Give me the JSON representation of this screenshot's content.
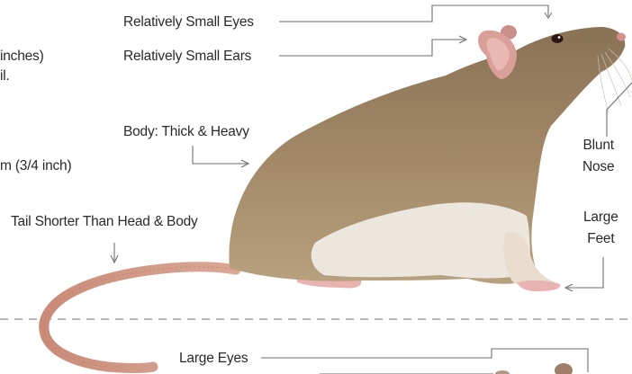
{
  "colors": {
    "text": "#2a2a2a",
    "leader_line": "#6e6e6e",
    "divider": "#8a8a8a",
    "fur": "#9b7f5e",
    "fur_dark": "#6f5a43",
    "belly": "#ece7de",
    "tail": "#d49a86",
    "ear": "#d9a09a",
    "feet": "#e8b3b0"
  },
  "left_fragments": {
    "line1": "inches)",
    "line2": "il.",
    "line3": "m (3/4 inch)"
  },
  "callouts": {
    "eyes": "Relatively Small Eyes",
    "ears": "Relatively Small Ears",
    "body": "Body: Thick & Heavy",
    "tail": "Tail Shorter Than Head & Body",
    "nose": "Blunt\nNose",
    "feet": "Large\nFeet",
    "lower_eyes": "Large Eyes"
  }
}
